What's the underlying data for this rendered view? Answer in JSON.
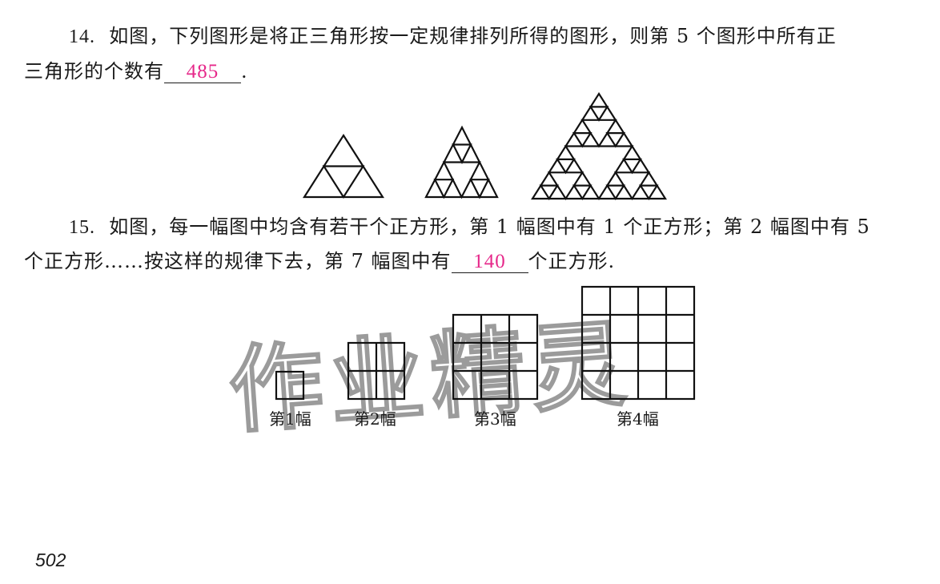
{
  "q14": {
    "number": "14.",
    "line1": "如图，下列图形是将正三角形按一定规律排列所得的图形，则第 5 个图形中所有正",
    "line2_prefix": "三角形的个数有",
    "answer": "485",
    "line2_suffix": ".",
    "figures": [
      "sierpinski-level-1",
      "sierpinski-level-2",
      "sierpinski-level-3"
    ]
  },
  "q15": {
    "number": "15.",
    "line1": "如图，每一幅图中均含有若干个正方形，第 1 幅图中有 1 个正方形；第 2 幅图中有 5",
    "line2_prefix": "个正方形……按这样的规律下去，第 7 幅图中有",
    "answer": "140",
    "line2_suffix": "个正方形.",
    "figure_labels": [
      "第1幅",
      "第2幅",
      "第3幅",
      "第4幅"
    ]
  },
  "watermark": "作业精灵",
  "page_number": "502",
  "colors": {
    "answer": "#e6288a",
    "text": "#1a1a1a"
  }
}
